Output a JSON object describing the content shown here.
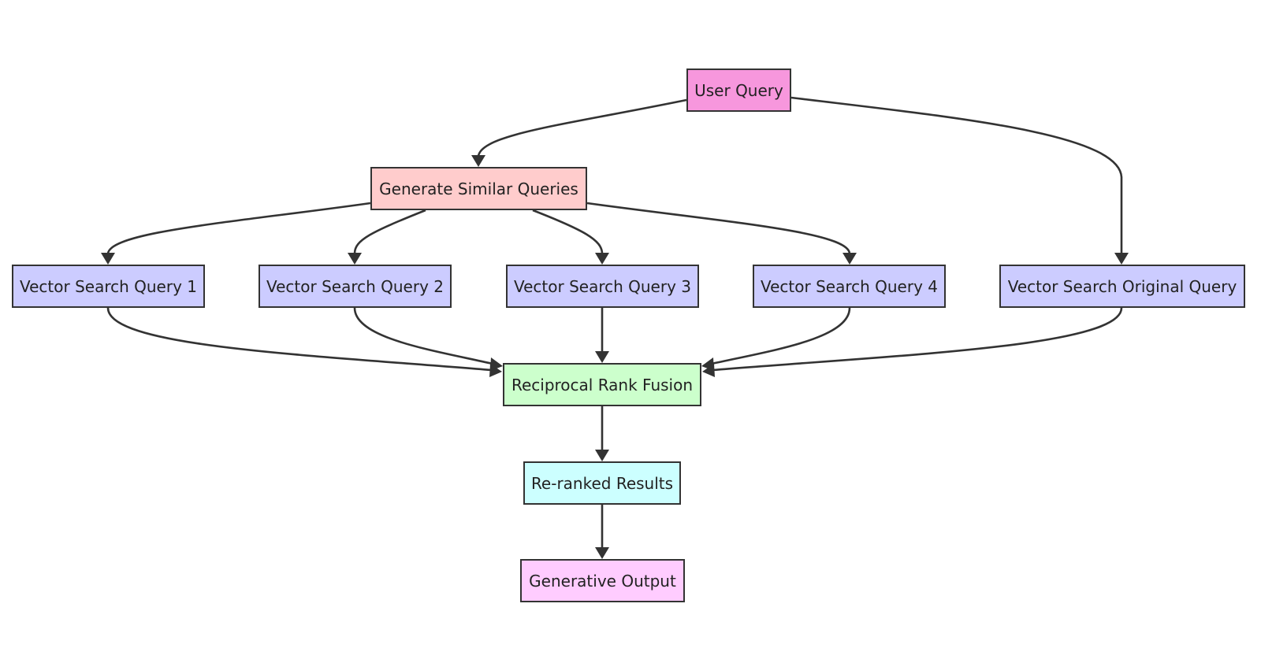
{
  "diagram": {
    "nodes": {
      "user_query": {
        "label": "User Query",
        "fill": "#f797dd"
      },
      "generate_similar_queries": {
        "label": "Generate Similar Queries",
        "fill": "#ffcccc"
      },
      "vector_search_query_1": {
        "label": "Vector Search Query 1",
        "fill": "#ccccff"
      },
      "vector_search_query_2": {
        "label": "Vector Search Query 2",
        "fill": "#ccccff"
      },
      "vector_search_query_3": {
        "label": "Vector Search Query 3",
        "fill": "#ccccff"
      },
      "vector_search_query_4": {
        "label": "Vector Search Query 4",
        "fill": "#ccccff"
      },
      "vector_search_original_query": {
        "label": "Vector Search Original Query",
        "fill": "#ccccff"
      },
      "reciprocal_rank_fusion": {
        "label": "Reciprocal Rank Fusion",
        "fill": "#ccffcc"
      },
      "reranked_results": {
        "label": "Re-ranked Results",
        "fill": "#ccffff"
      },
      "generative_output": {
        "label": "Generative Output",
        "fill": "#ffccff"
      }
    },
    "edges": [
      {
        "from": "user_query",
        "to": "generate_similar_queries"
      },
      {
        "from": "user_query",
        "to": "vector_search_original_query"
      },
      {
        "from": "generate_similar_queries",
        "to": "vector_search_query_1"
      },
      {
        "from": "generate_similar_queries",
        "to": "vector_search_query_2"
      },
      {
        "from": "generate_similar_queries",
        "to": "vector_search_query_3"
      },
      {
        "from": "generate_similar_queries",
        "to": "vector_search_query_4"
      },
      {
        "from": "vector_search_query_1",
        "to": "reciprocal_rank_fusion"
      },
      {
        "from": "vector_search_query_2",
        "to": "reciprocal_rank_fusion"
      },
      {
        "from": "vector_search_query_3",
        "to": "reciprocal_rank_fusion"
      },
      {
        "from": "vector_search_query_4",
        "to": "reciprocal_rank_fusion"
      },
      {
        "from": "vector_search_original_query",
        "to": "reciprocal_rank_fusion"
      },
      {
        "from": "reciprocal_rank_fusion",
        "to": "reranked_results"
      },
      {
        "from": "reranked_results",
        "to": "generative_output"
      }
    ],
    "colors": {
      "stroke": "#333333",
      "background": "#ffffff"
    }
  }
}
